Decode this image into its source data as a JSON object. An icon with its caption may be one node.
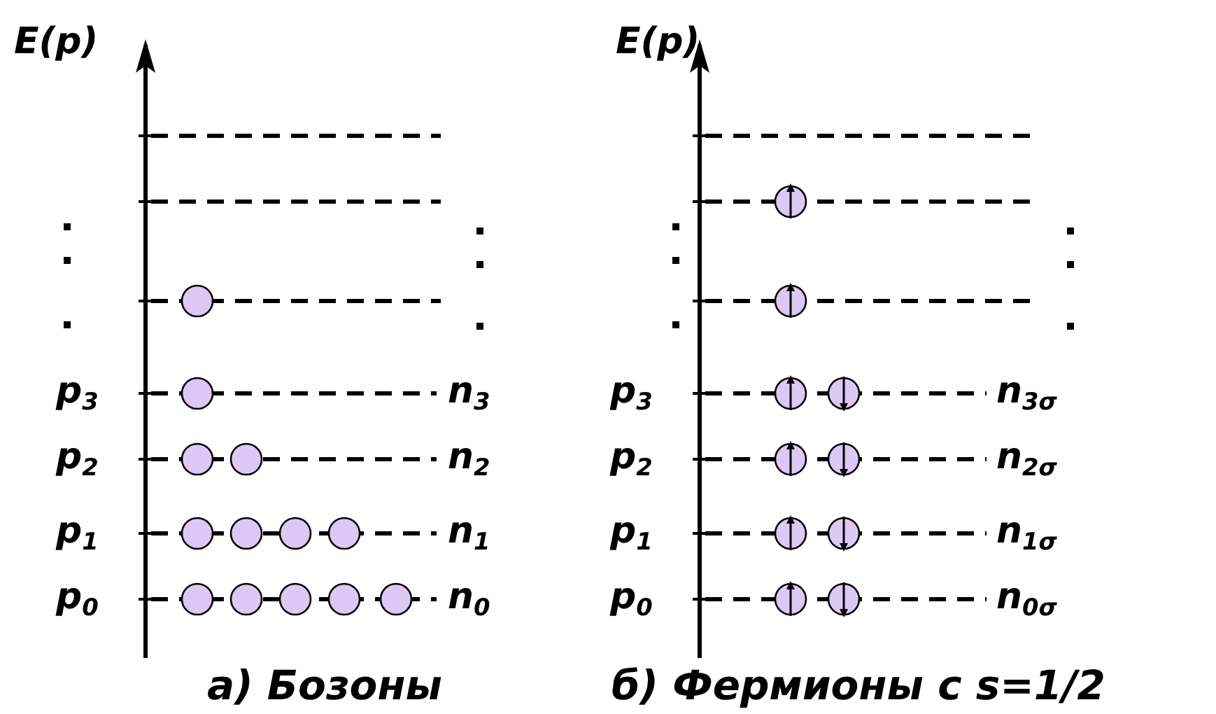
{
  "diagram": {
    "labels": [
      "E(p)",
      "E(p)",
      "p$_{3}$",
      "n$_{3}$",
      "p$_{3}$",
      "n$_{3σ}$",
      "p$_{2}$",
      "n$_{2}$",
      "p$_{2}$",
      "n$_{2σ}$",
      "p$_{1}$",
      "n$_{1}$",
      "p$_{1}$",
      "n$_{1σ}$",
      "p$_{0}$",
      "n$_{0}$",
      "p$_{0}$",
      "n$_{0σ}$",
      "а) Бозоны",
      "б) Фермионы с s=1/2"
    ]
  }
}
